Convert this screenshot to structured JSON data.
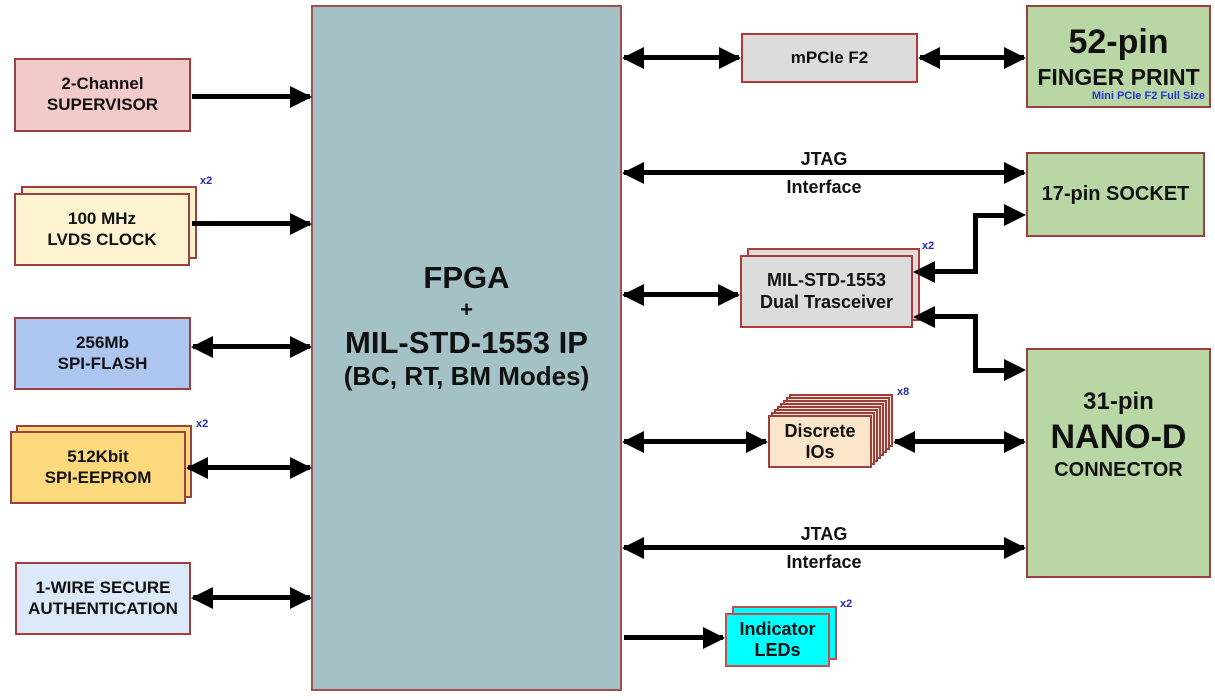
{
  "palette": {
    "fpga_fill": "#a4c2c6",
    "connector_green": "#b9d7a4",
    "supervisor_pink": "#f2caca",
    "clock_cream": "#fdf3d1",
    "flash_blue": "#adc6f0",
    "eeprom_gold": "#fcd97c",
    "onewire_lightblue": "#dbe9f8",
    "module_gray": "#dcdcdc",
    "discrete_peach": "#fbe5cb",
    "led_cyan": "#00ffff",
    "border_maroon": "#9c3f3f",
    "arrow_black": "#000000",
    "multiplier_navy": "#2a2aab",
    "note_blue": "#2633cc"
  },
  "fpga": {
    "title": "FPGA",
    "plus": "+",
    "subtitle": "MIL-STD-1553 IP",
    "modes": "(BC, RT, BM Modes)"
  },
  "left": {
    "supervisor": {
      "line1": "2-Channel",
      "line2": "SUPERVISOR"
    },
    "lvds_clock": {
      "line1": "100 MHz",
      "line2": "LVDS CLOCK",
      "multiplier": "x2"
    },
    "spi_flash": {
      "line1": "256Mb",
      "line2": "SPI-FLASH"
    },
    "spi_eeprom": {
      "line1": "512Kbit",
      "line2": "SPI-EEPROM",
      "multiplier": "x2"
    },
    "one_wire": {
      "line1": "1-WIRE SECURE",
      "line2": "AUTHENTICATION"
    }
  },
  "middle": {
    "mpcie": {
      "label": "mPCIe F2"
    },
    "jtag_top": {
      "line1": "JTAG",
      "line2": "Interface"
    },
    "transceiver": {
      "line1": "MIL-STD-1553",
      "line2": "Dual Trasceiver",
      "multiplier": "x2"
    },
    "discrete_ios": {
      "line1": "Discrete",
      "line2": "IOs",
      "multiplier": "x8"
    },
    "jtag_bottom": {
      "line1": "JTAG",
      "line2": "Interface"
    },
    "indicator_leds": {
      "line1": "Indicator",
      "line2": "LEDs",
      "multiplier": "x2"
    }
  },
  "right": {
    "finger_print": {
      "line1": "52-pin",
      "line2": "FINGER PRINT",
      "note": "Mini PCIe F2 Full Size"
    },
    "socket": {
      "label": "17-pin SOCKET"
    },
    "nano_d": {
      "line1": "31-pin",
      "line2": "NANO-D",
      "line3": "CONNECTOR"
    }
  },
  "connections": [
    {
      "from": "2-Channel SUPERVISOR",
      "to": "FPGA",
      "direction": "one-way"
    },
    {
      "from": "100 MHz LVDS CLOCK",
      "to": "FPGA",
      "direction": "one-way"
    },
    {
      "from": "256Mb SPI-FLASH",
      "to": "FPGA",
      "direction": "two-way"
    },
    {
      "from": "512Kbit SPI-EEPROM",
      "to": "FPGA",
      "direction": "two-way"
    },
    {
      "from": "1-WIRE SECURE AUTHENTICATION",
      "to": "FPGA",
      "direction": "two-way"
    },
    {
      "from": "FPGA",
      "to": "mPCIe F2",
      "direction": "two-way"
    },
    {
      "from": "mPCIe F2",
      "to": "52-pin FINGER PRINT",
      "direction": "two-way"
    },
    {
      "from": "FPGA",
      "to": "17-pin SOCKET",
      "direction": "two-way",
      "label": "JTAG Interface"
    },
    {
      "from": "FPGA",
      "to": "MIL-STD-1553 Dual Trasceiver",
      "direction": "two-way"
    },
    {
      "from": "MIL-STD-1553 Dual Trasceiver",
      "to": "17-pin SOCKET",
      "direction": "elbow"
    },
    {
      "from": "MIL-STD-1553 Dual Trasceiver",
      "to": "31-pin NANO-D CONNECTOR",
      "direction": "elbow"
    },
    {
      "from": "FPGA",
      "to": "Discrete IOs",
      "direction": "two-way"
    },
    {
      "from": "Discrete IOs",
      "to": "31-pin NANO-D CONNECTOR",
      "direction": "two-way"
    },
    {
      "from": "FPGA",
      "to": "31-pin NANO-D CONNECTOR",
      "direction": "two-way",
      "label": "JTAG Interface"
    },
    {
      "from": "FPGA",
      "to": "Indicator LEDs",
      "direction": "one-way"
    }
  ]
}
